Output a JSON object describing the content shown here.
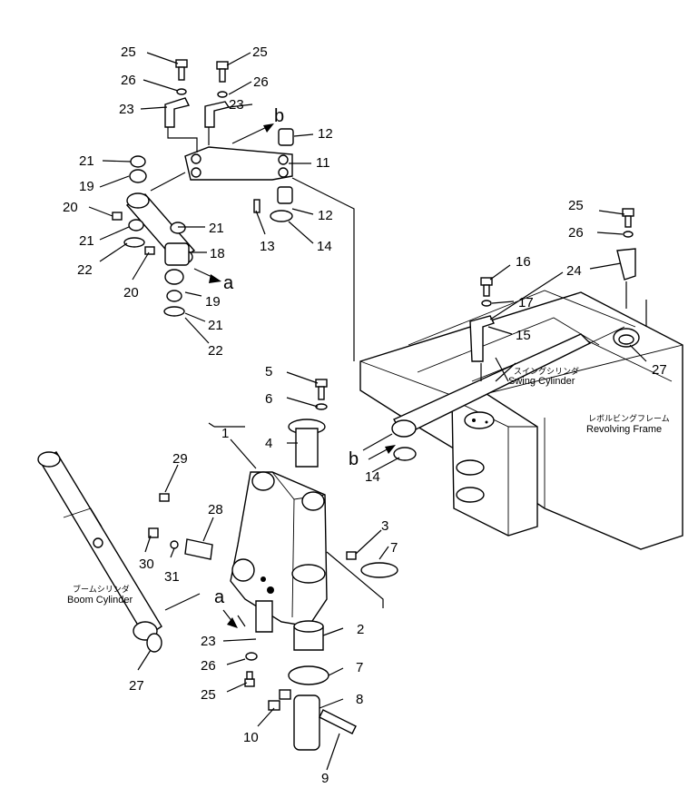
{
  "callouts": {
    "n25a": "25",
    "n25b": "25",
    "n26a": "26",
    "n26b": "26",
    "n23a": "23",
    "n23b": "23",
    "n12a": "12",
    "n12b": "12",
    "n11": "11",
    "n21a": "21",
    "n19a": "19",
    "n20a": "20",
    "n21b": "21",
    "n21c": "21",
    "n22a": "22",
    "n18": "18",
    "n13": "13",
    "n14a": "14",
    "n20b": "20",
    "n19b": "19",
    "n21d": "21",
    "n22b": "22",
    "n25c": "25",
    "n26c": "26",
    "n16": "16",
    "n24": "24",
    "n17": "17",
    "n15": "15",
    "n27a": "27",
    "n5": "5",
    "n6": "6",
    "n4": "4",
    "n14b": "14",
    "n1": "1",
    "n29": "29",
    "n28": "28",
    "n3": "3",
    "n7a": "7",
    "n30": "30",
    "n31": "31",
    "n2": "2",
    "n23c": "23",
    "n26d": "26",
    "n25d": "25",
    "n7b": "7",
    "n8": "8",
    "n27b": "27",
    "n10": "10",
    "n9": "9"
  },
  "letters": {
    "b1": "b",
    "a1": "a",
    "b2": "b",
    "a2": "a"
  },
  "captions": {
    "swing_jp": "スイングシリンダ",
    "swing_en": "Swing Cylinder",
    "frame_jp": "レボルビングフレーム",
    "frame_en": "Revolving Frame",
    "boom_jp": "ブームシリンダ",
    "boom_en": "Boom Cylinder"
  }
}
